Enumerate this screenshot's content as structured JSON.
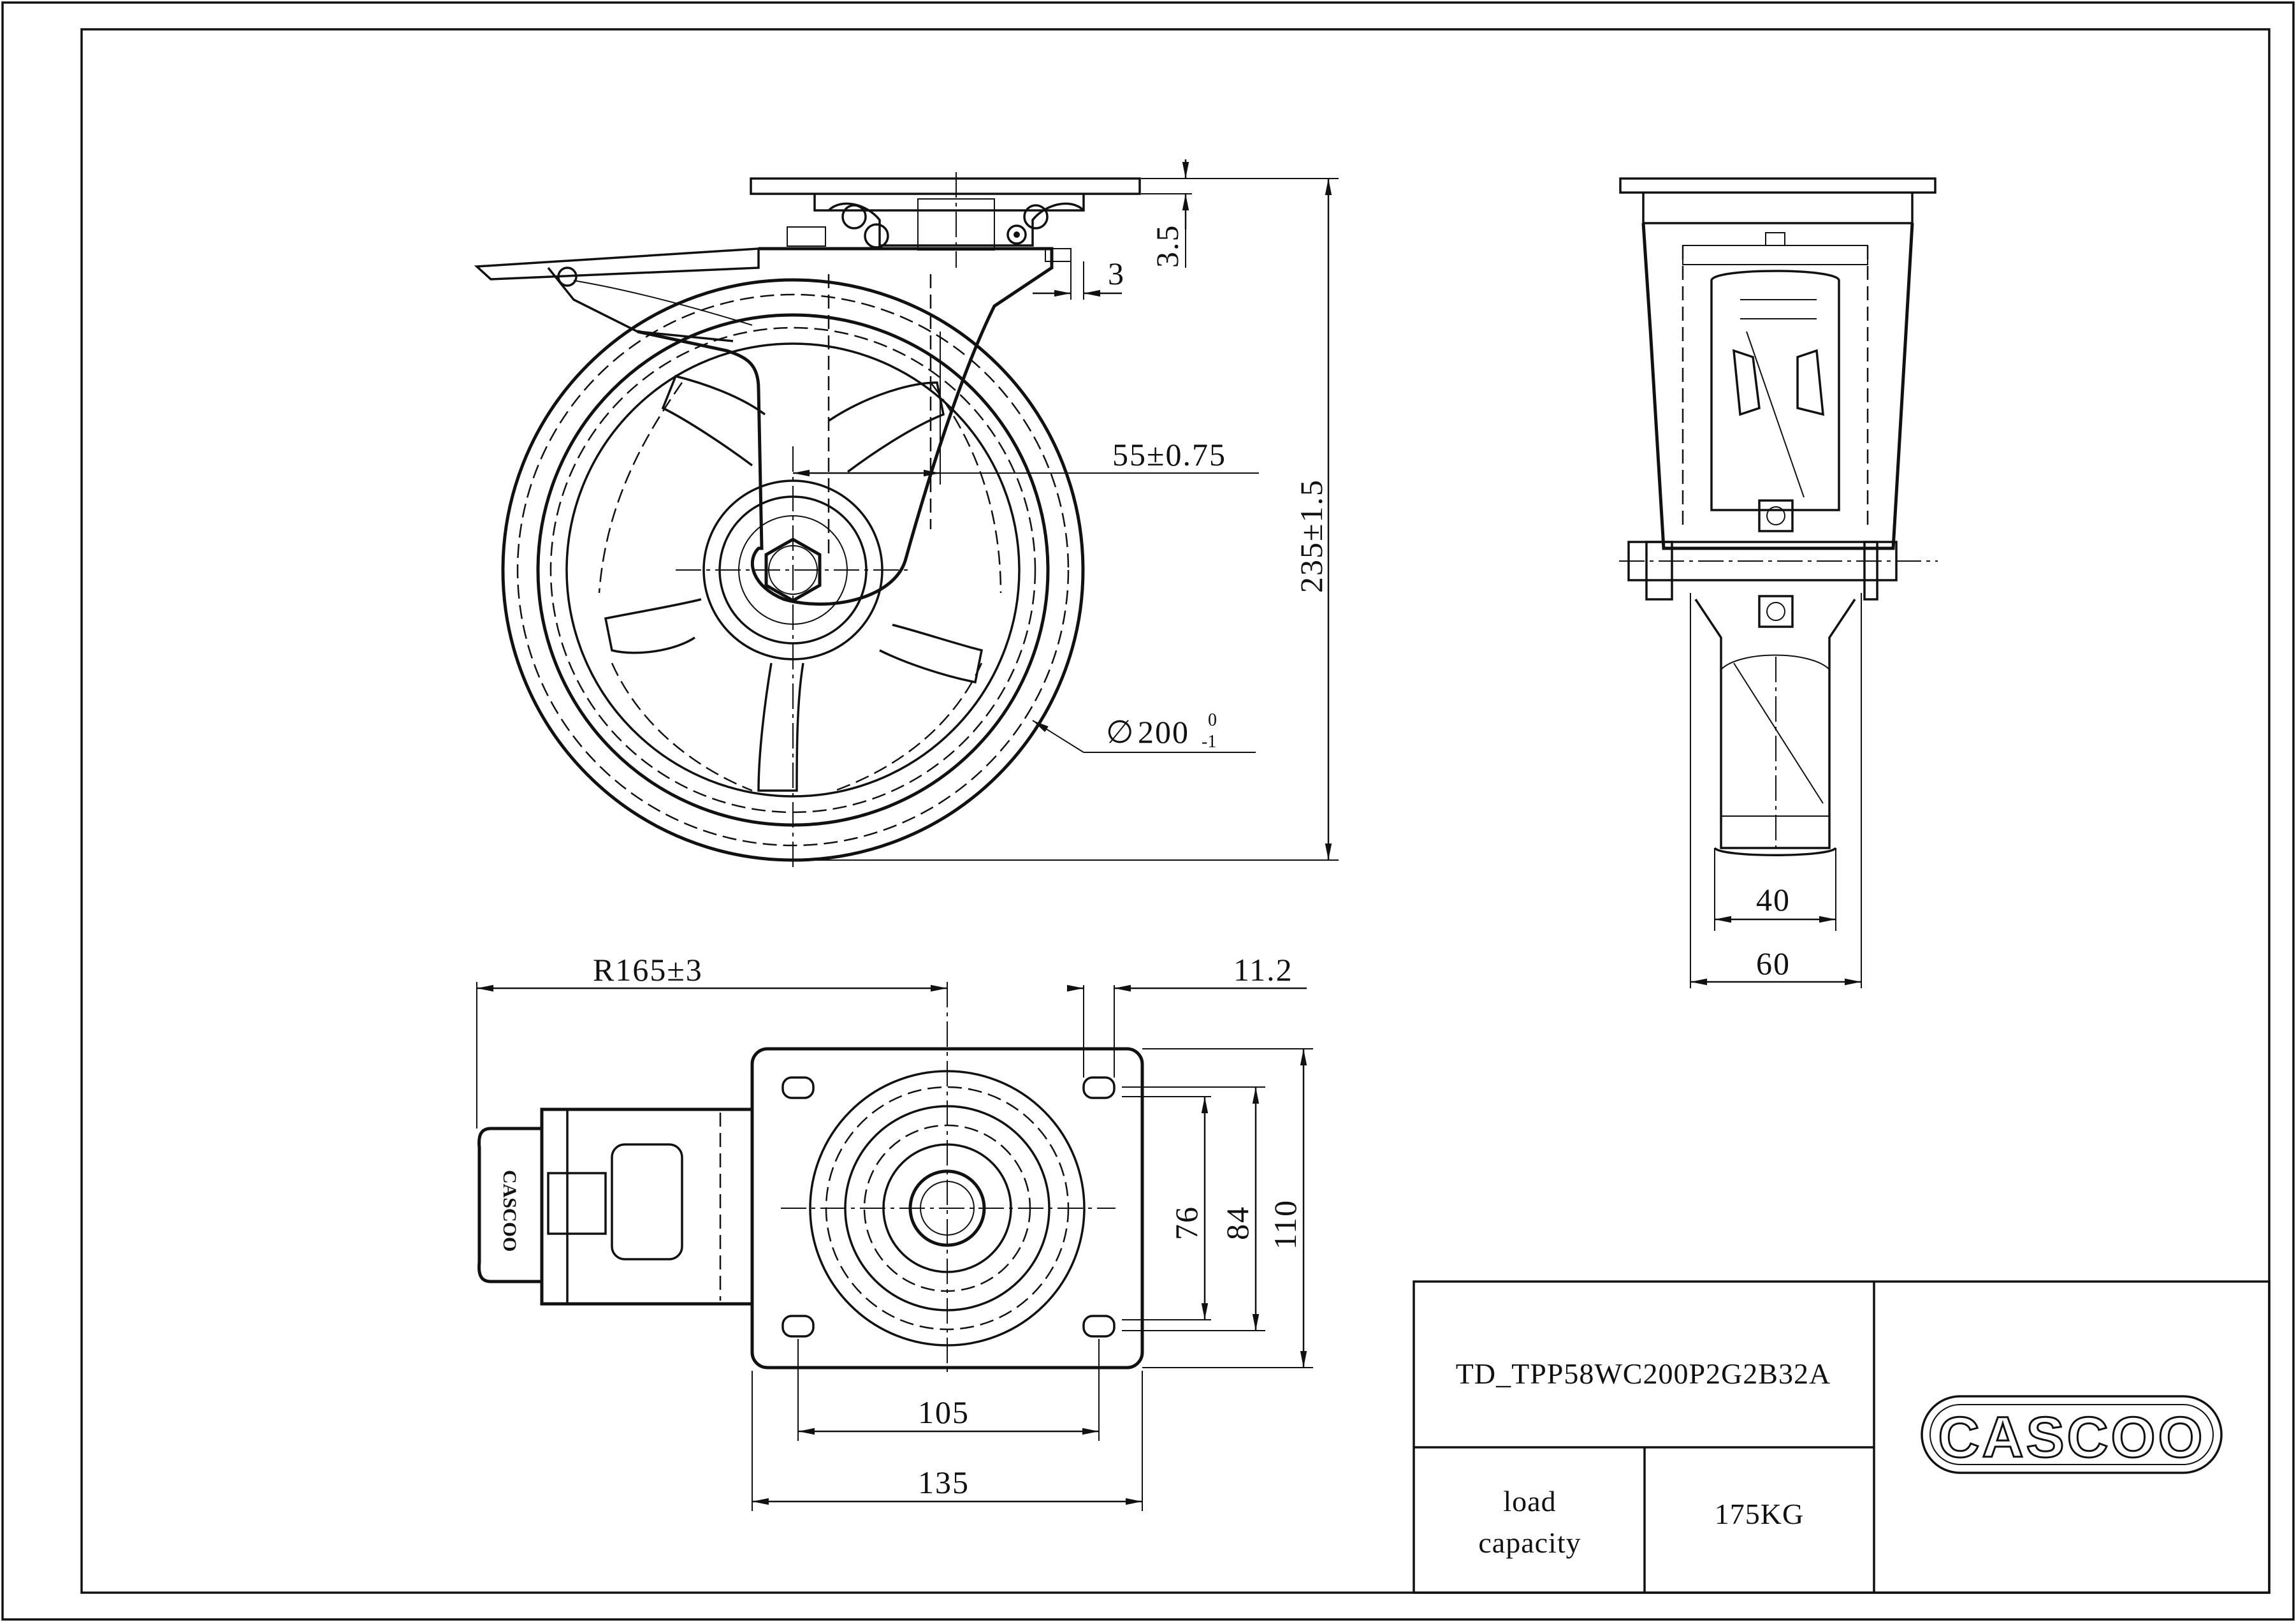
{
  "dimensions": {
    "flange_offset": "3.5",
    "gap": "3",
    "swivel_offset": "55±0.75",
    "overall_height": "235±1.5",
    "wheel_diameter_symbol": "∅",
    "wheel_diameter": "200",
    "wheel_tol_upper": "0",
    "wheel_tol_lower": "-1",
    "wheel_width": "40",
    "fork_width": "60",
    "swivel_radius": "R165±3",
    "hole_offset": "11.2",
    "hole_spacing_a": "76",
    "plate_inner": "84",
    "plate_width": "110",
    "hole_spacing_b": "105",
    "plate_length": "135"
  },
  "title_block": {
    "drawing_number": "TD_TPP58WC200P2G2B32A",
    "load_label_line1": "load",
    "load_label_line2": "capacity",
    "load_value": "175KG",
    "logo_text": "CASCOO"
  },
  "brake_label": "CASCOO"
}
